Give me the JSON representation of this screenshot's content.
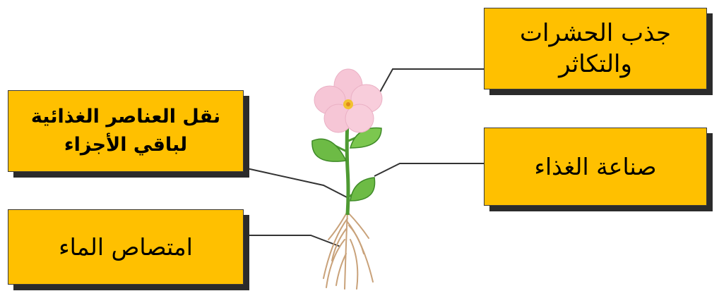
{
  "labels": {
    "attract": {
      "line1": "جذب الحشرات",
      "line2": "والتكاثر"
    },
    "food": {
      "text": "صناعة الغذاء"
    },
    "transport": {
      "line1": "نقل العناصر الغذائية",
      "line2": "لباقي الأجزاء"
    },
    "water": {
      "text": "امتصاص الماء"
    }
  },
  "colors": {
    "box_fill": "#ffc000",
    "box_shadow": "#2b2b2b",
    "petal": "#f6c6d6",
    "leaf": "#6dbb45",
    "stem": "#4e9a32",
    "root": "#c9a27a"
  },
  "icons": [
    "flower-illustration"
  ]
}
